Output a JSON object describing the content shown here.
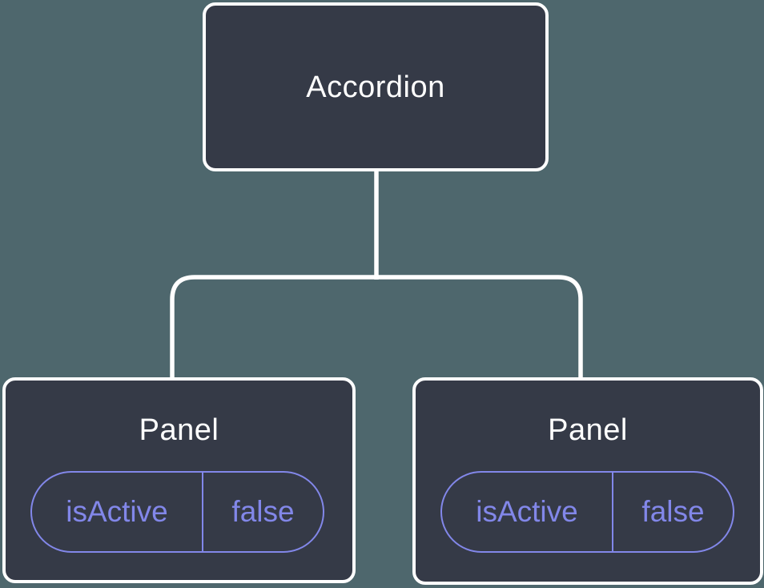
{
  "diagram": {
    "root": {
      "label": "Accordion"
    },
    "panels": [
      {
        "label": "Panel",
        "state_name": "isActive",
        "state_value": "false"
      },
      {
        "label": "Panel",
        "state_name": "isActive",
        "state_value": "false"
      }
    ],
    "colors": {
      "background": "#4E676D",
      "node_fill": "#353A47",
      "node_border": "#FFFFFF",
      "connector": "#FFFFFF",
      "node_label_text": "#FFFFFF",
      "state_accent": "#8287E9"
    }
  }
}
